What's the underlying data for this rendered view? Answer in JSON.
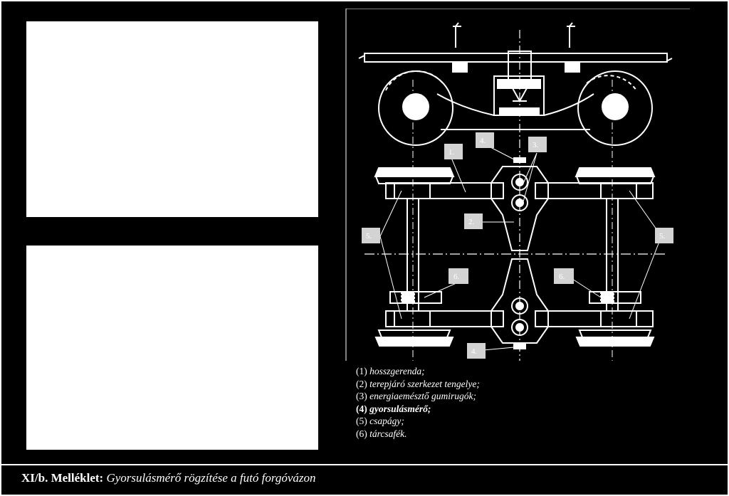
{
  "labels": {
    "l1": "1.",
    "l2": "2.",
    "l3": "3.",
    "l4a": "4.",
    "l4b": "4.",
    "l5a": "5.",
    "l5b": "5.",
    "l6a": "6.",
    "l6b": "6."
  },
  "legend": [
    {
      "num": "(1)",
      "text": "hosszgerenda;"
    },
    {
      "num": "(2)",
      "text": "terepjáró szerkezet tengelye;"
    },
    {
      "num": "(3)",
      "text": "energiaemésztő gumirugók;"
    },
    {
      "num": "(4)",
      "text": "gyorsulásmérő;"
    },
    {
      "num": "(5)",
      "text": "csapágy;"
    },
    {
      "num": "(6)",
      "text": "tárcsafék."
    }
  ],
  "caption": {
    "prefix": "XI/b. Melléklet:",
    "title": "Gyorsulásmérő rögzítése a futó forgóvázon"
  }
}
